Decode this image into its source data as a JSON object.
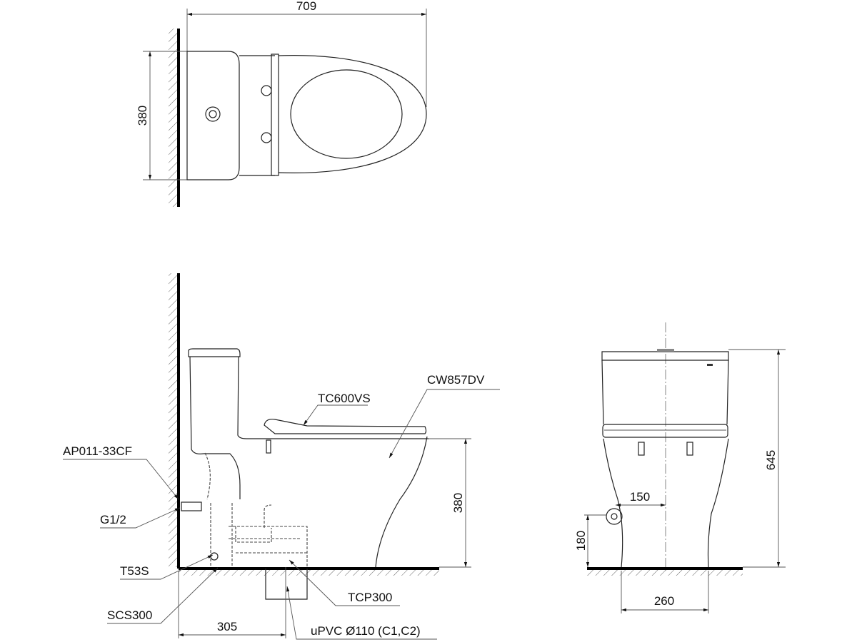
{
  "top_view": {
    "dim_length": "709",
    "dim_width": "380"
  },
  "side_view": {
    "dim_seat_height": "380",
    "dim_outlet_distance": "305",
    "labels": {
      "seat": "TC600VS",
      "bowl": "CW857DV",
      "hose": "AP011-33CF",
      "inlet": "G1/2",
      "valve": "T53S",
      "bolt": "SCS300",
      "flange": "TCP300",
      "pipe": "uPVC Ø110 (C1,C2)"
    }
  },
  "front_view": {
    "dim_height": "645",
    "dim_inlet_offset": "150",
    "dim_inlet_height": "180",
    "dim_base_width": "260"
  }
}
